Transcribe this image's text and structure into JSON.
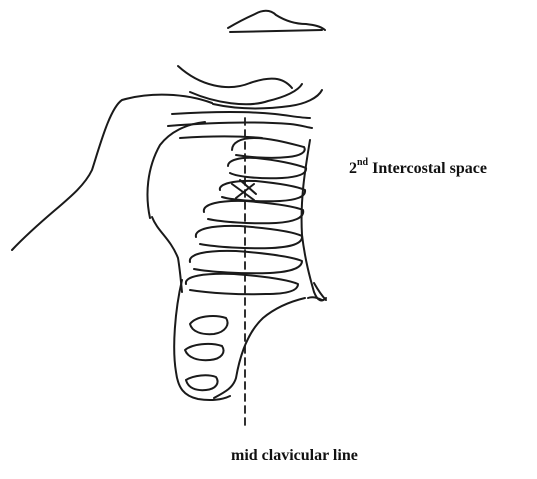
{
  "labels": {
    "intercostal_ordinal": "2",
    "intercostal_suffix": "nd",
    "intercostal_text": " Intercostal space",
    "midclavicular": "mid clavicular line"
  }
}
